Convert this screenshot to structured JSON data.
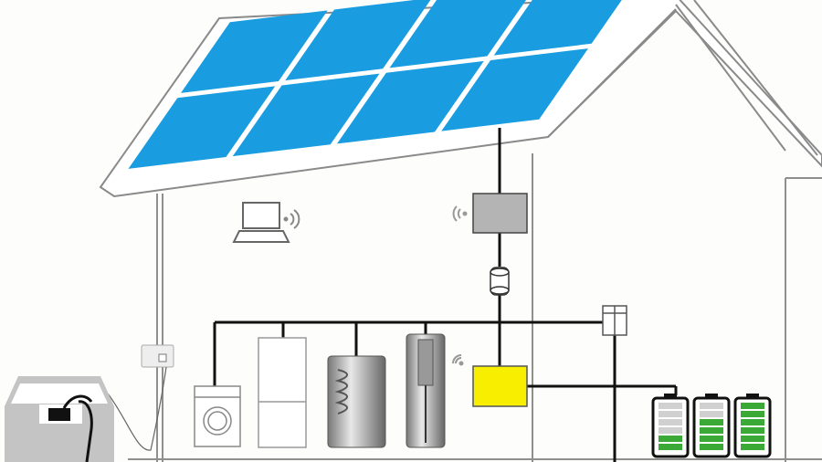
{
  "colors": {
    "panel": "#1a9de0",
    "panel_grid": "#ffffff",
    "inverter": "#b4b4b4",
    "controller": "#f7ee00",
    "battery_fill": "#3aa935",
    "battery_empty": "#d0d0d0",
    "wire": "#111111",
    "outline": "#9a9a9a",
    "car": "#c4c4c4"
  },
  "batteries": [
    {
      "name": "battery-low",
      "charge": 0.33
    },
    {
      "name": "battery-medium",
      "charge": 0.67
    },
    {
      "name": "battery-full",
      "charge": 1.0
    }
  ],
  "icons": [
    "solar-panel-icon",
    "laptop-icon",
    "wifi-icon",
    "inverter-icon",
    "meter-icon",
    "charge-controller-icon",
    "distribution-box-icon",
    "washing-machine-icon",
    "refrigerator-icon",
    "water-tank-icon",
    "heat-pump-boiler-icon",
    "ev-charger-icon",
    "electric-car-icon",
    "battery-icon"
  ]
}
